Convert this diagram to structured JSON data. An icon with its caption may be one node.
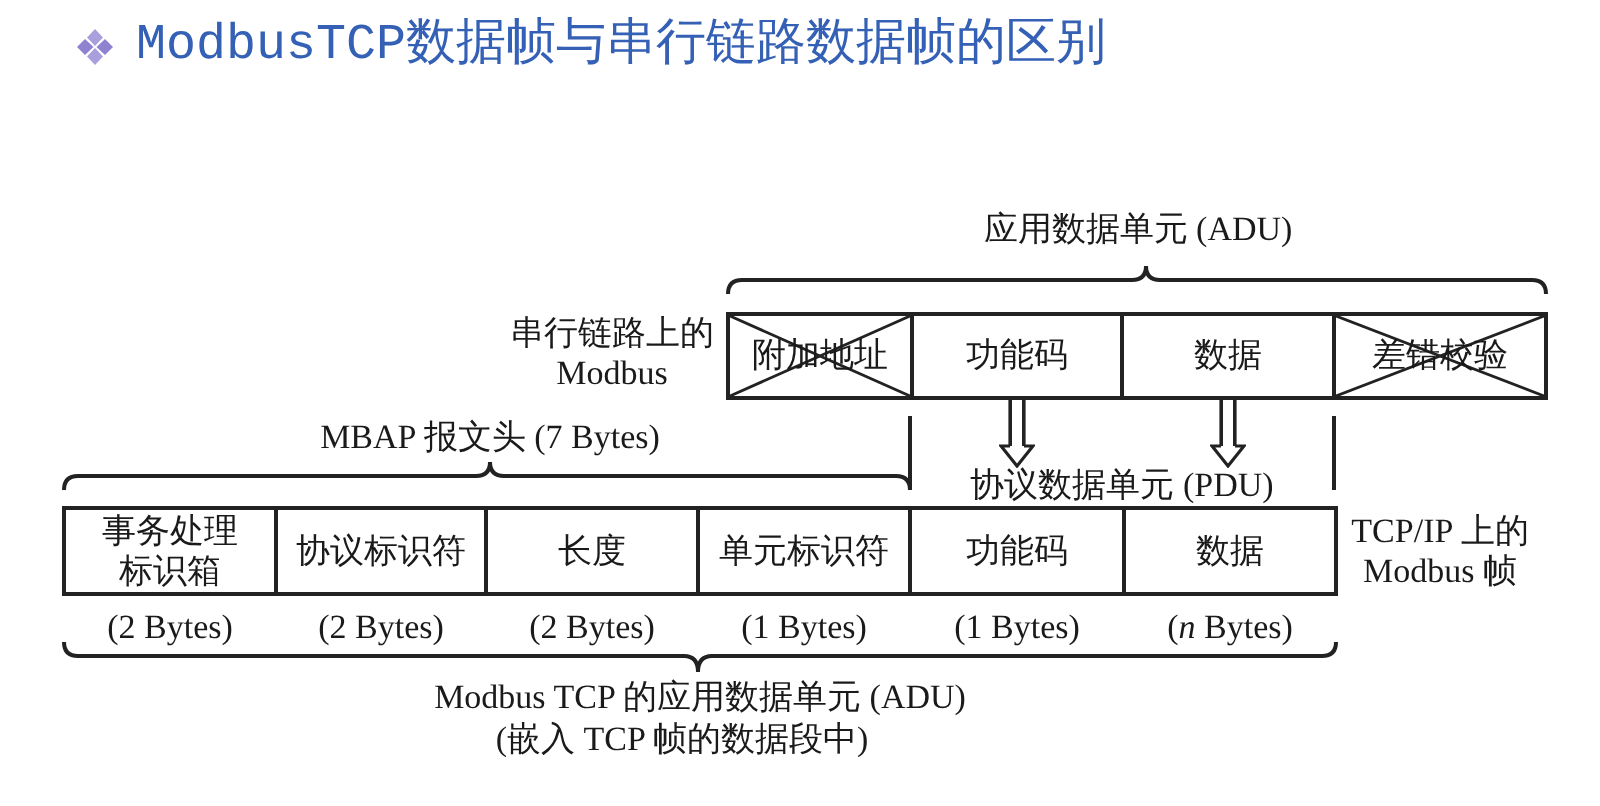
{
  "diagram": {
    "title": "ModbusTCP数据帧与串行链路数据帧的区别",
    "nodes": [
      {
        "text": [
          "附加地址"
        ]
      },
      {
        "text": [
          "功能码"
        ]
      },
      {
        "text": [
          "数据"
        ]
      },
      {
        "text": [
          "差错校验"
        ]
      },
      {
        "text": [
          "协议数据单元 (PDU)"
        ]
      },
      {
        "text": [
          "事务处理标识箱"
        ],
        "beside": [
          "(2 Bytes)"
        ]
      },
      {
        "text": [
          "协议标识符"
        ],
        "beside": [
          "(2 Bytes)"
        ]
      },
      {
        "text": [
          "长度"
        ],
        "beside": [
          "(2 Bytes)"
        ]
      },
      {
        "text": [
          "单元标识符"
        ],
        "beside": [
          "(1 Bytes)"
        ]
      },
      {
        "text": [
          "功能码"
        ],
        "beside": [
          "(1 Bytes)"
        ]
      },
      {
        "text": [
          "数据"
        ],
        "beside": [
          "(*n* Bytes)"
        ]
      }
    ],
    "edges": [
      {
        "from": 1,
        "to": 4,
        "arrow": "to"
      },
      {
        "from": 2,
        "to": 4,
        "arrow": "to"
      }
    ],
    "labels": [
      "应用数据单元 (ADU)",
      "串行链路上的 Modbus",
      "MBAP 报文头 (7 Bytes)",
      "TCP/IP 上的 Modbus 帧",
      "Modbus TCP 的应用数据单元 (ADU)",
      "(嵌入 TCP 帧的数据段中)"
    ]
  }
}
